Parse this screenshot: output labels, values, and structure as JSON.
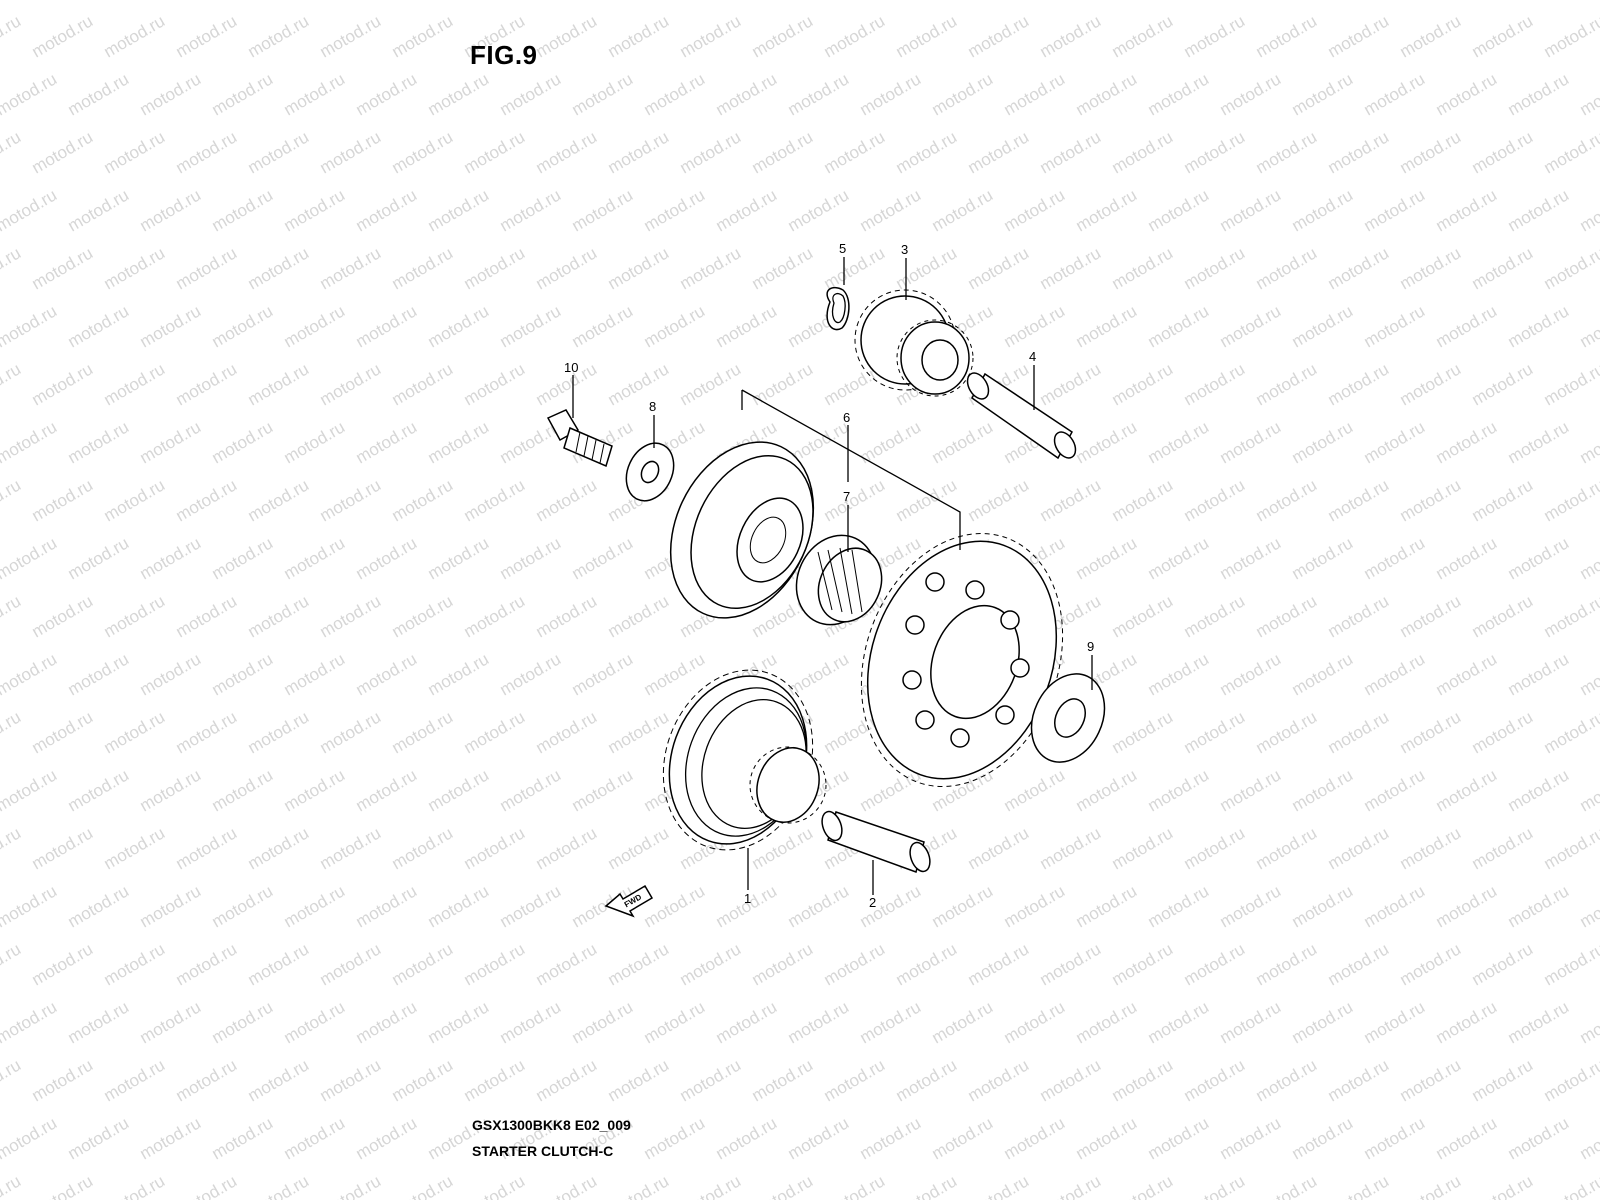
{
  "figure_label": "FIG.9",
  "drawing_code": "GSX1300BKK8 E02_009",
  "drawing_title": "STARTER CLUTCH-C",
  "watermark_text": "motod.ru",
  "direction_badge": "FWD",
  "callouts": [
    "1",
    "2",
    "3",
    "4",
    "5",
    "6",
    "7",
    "8",
    "9",
    "10"
  ],
  "colors": {
    "ink": "#000000",
    "watermark": "#d6d6d6",
    "background": "#ffffff"
  }
}
